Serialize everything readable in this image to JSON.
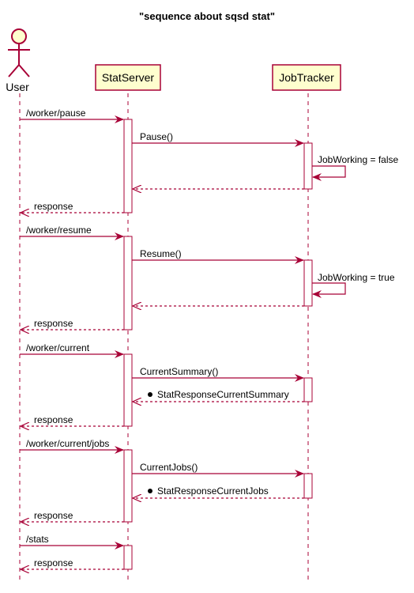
{
  "title": "\"sequence about sqsd stat\"",
  "participants": [
    {
      "id": "user",
      "label": "User",
      "kind": "actor"
    },
    {
      "id": "statserver",
      "label": "StatServer",
      "kind": "participant"
    },
    {
      "id": "jobtracker",
      "label": "JobTracker",
      "kind": "participant"
    }
  ],
  "messages": [
    {
      "from": "user",
      "to": "statserver",
      "label": "/worker/pause",
      "style": "solid"
    },
    {
      "from": "statserver",
      "to": "jobtracker",
      "label": "Pause()",
      "style": "solid"
    },
    {
      "from": "jobtracker",
      "to": "jobtracker",
      "label": "JobWorking = false",
      "style": "self"
    },
    {
      "from": "jobtracker",
      "to": "statserver",
      "label": "",
      "style": "dashed"
    },
    {
      "from": "statserver",
      "to": "user",
      "label": "response",
      "style": "dashed"
    },
    {
      "from": "user",
      "to": "statserver",
      "label": "/worker/resume",
      "style": "solid"
    },
    {
      "from": "statserver",
      "to": "jobtracker",
      "label": "Resume()",
      "style": "solid"
    },
    {
      "from": "jobtracker",
      "to": "jobtracker",
      "label": "JobWorking = true",
      "style": "self"
    },
    {
      "from": "jobtracker",
      "to": "statserver",
      "label": "",
      "style": "dashed"
    },
    {
      "from": "statserver",
      "to": "user",
      "label": "response",
      "style": "dashed"
    },
    {
      "from": "user",
      "to": "statserver",
      "label": "/worker/current",
      "style": "solid"
    },
    {
      "from": "statserver",
      "to": "jobtracker",
      "label": "CurrentSummary()",
      "style": "solid"
    },
    {
      "from": "jobtracker",
      "to": "statserver",
      "label": "StatResponseCurrentSummary",
      "style": "dashed",
      "bullet": true
    },
    {
      "from": "statserver",
      "to": "user",
      "label": "response",
      "style": "dashed"
    },
    {
      "from": "user",
      "to": "statserver",
      "label": "/worker/current/jobs",
      "style": "solid"
    },
    {
      "from": "statserver",
      "to": "jobtracker",
      "label": "CurrentJobs()",
      "style": "solid"
    },
    {
      "from": "jobtracker",
      "to": "statserver",
      "label": "StatResponseCurrentJobs",
      "style": "dashed",
      "bullet": true
    },
    {
      "from": "statserver",
      "to": "user",
      "label": "response",
      "style": "dashed"
    },
    {
      "from": "user",
      "to": "statserver",
      "label": "/stats",
      "style": "solid"
    },
    {
      "from": "statserver",
      "to": "user",
      "label": "response",
      "style": "dashed"
    }
  ],
  "colors": {
    "arrow": "#a80036",
    "box_fill": "#fefece",
    "box_border": "#a80036",
    "lifeline": "#a80036",
    "activation_fill": "#ffffff"
  }
}
